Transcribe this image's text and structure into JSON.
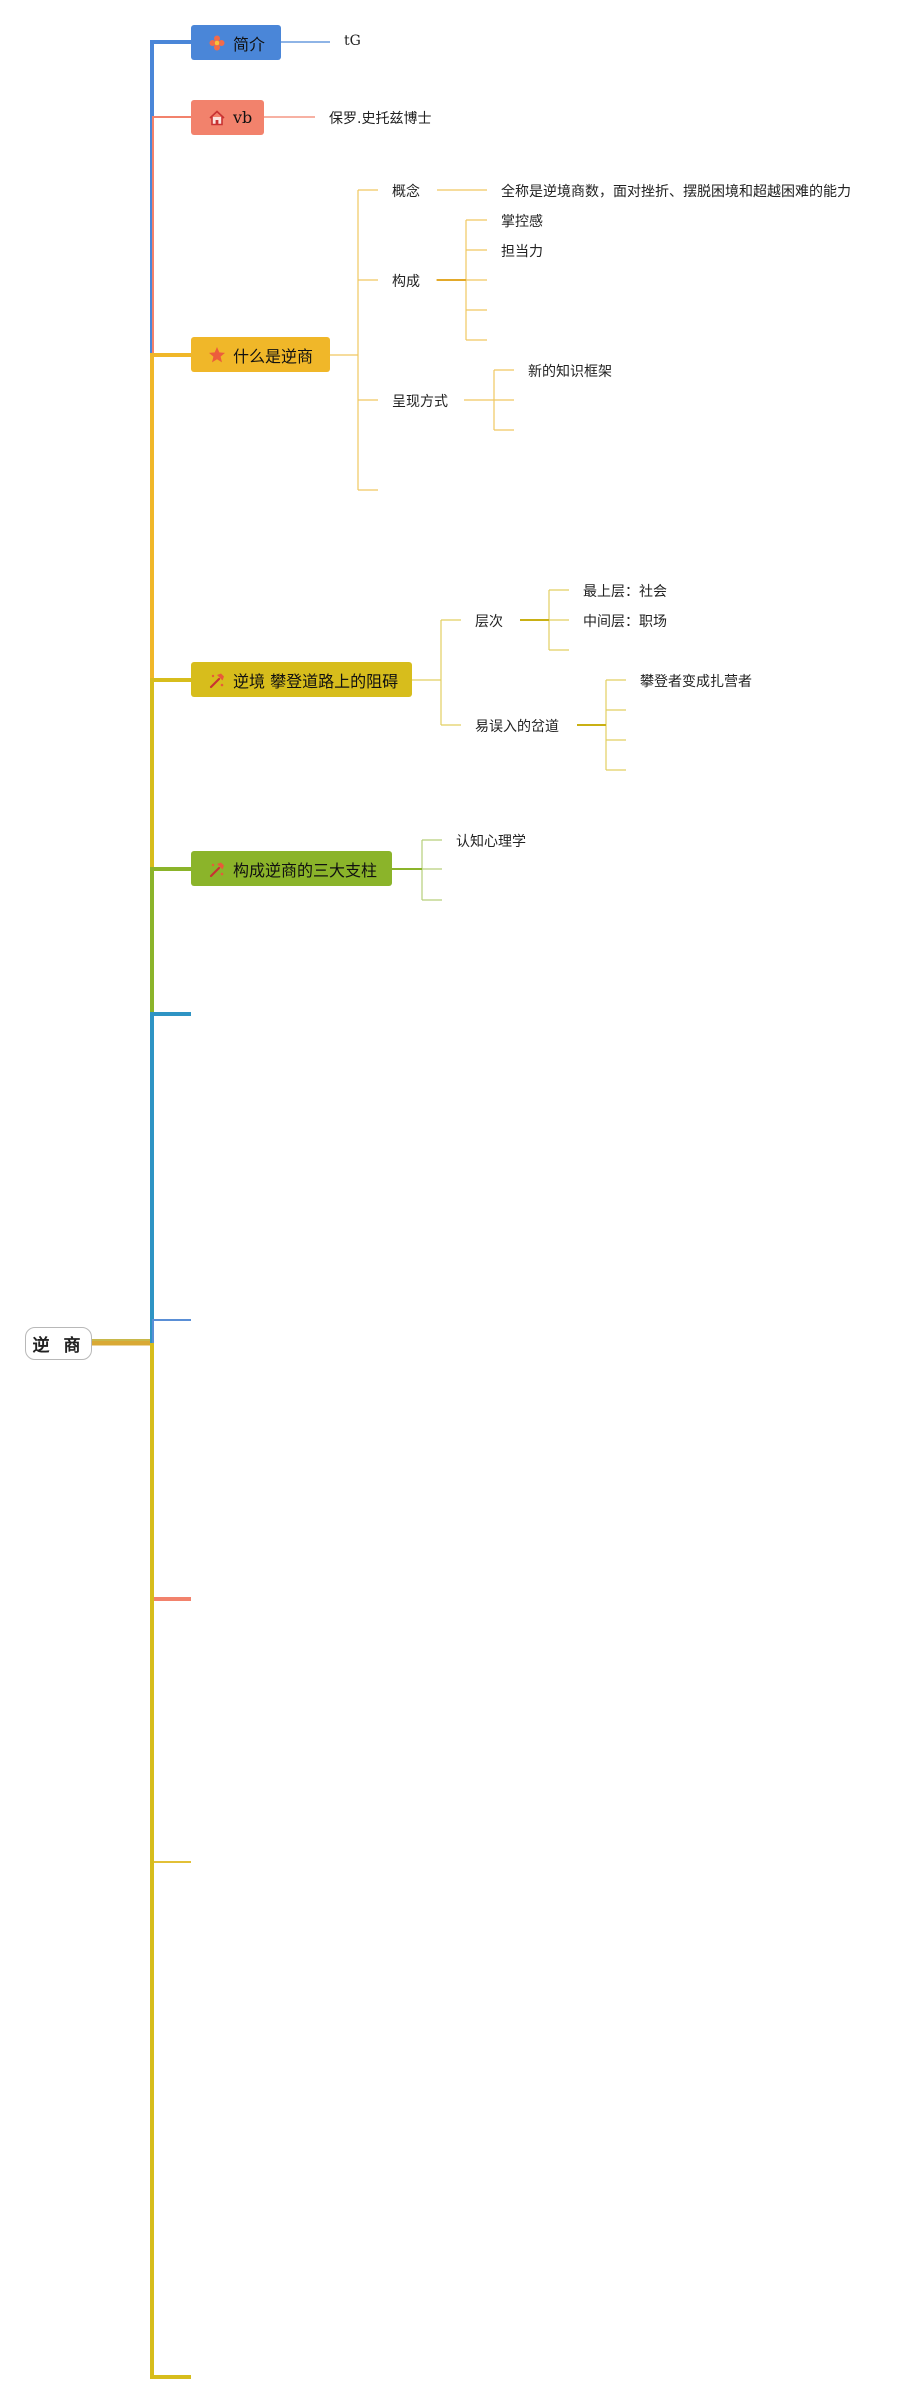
{
  "root": {
    "label": "逆 商"
  },
  "branches": [
    {
      "id": "b1",
      "label": "简介",
      "color": "#4a86d8",
      "icon": "flower-icon",
      "children": [
        {
          "label": "tG"
        }
      ]
    },
    {
      "id": "b2",
      "label": "vb",
      "color": "#f2826c",
      "icon": "house-icon",
      "children": [
        {
          "label": "保罗.史托兹博士"
        }
      ]
    },
    {
      "id": "b3",
      "label": "什么是逆商",
      "color": "#f0b729",
      "icon": "star-icon",
      "children": [
        {
          "label": "概念",
          "children": [
            {
              "label": "全称是逆境商数，面对挫折、摆脱困境和超越困难的能力"
            }
          ]
        },
        {
          "label": "构成",
          "children": [
            {
              "label": "掌控感"
            },
            {
              "label": "担当力"
            },
            {
              "label": ""
            },
            {
              "label": ""
            },
            {
              "label": ""
            }
          ]
        },
        {
          "label": "呈现方式",
          "children": [
            {
              "label": "新的知识框架"
            },
            {
              "label": ""
            },
            {
              "label": ""
            }
          ]
        },
        {
          "label": ""
        }
      ]
    },
    {
      "id": "b4",
      "label": "逆境 攀登道路上的阻碍",
      "color": "#d7bd1c",
      "icon": "hammer-icon",
      "children": [
        {
          "label": "层次",
          "children": [
            {
              "label": "最上层：社会"
            },
            {
              "label": "中间层：职场"
            }
          ]
        },
        {
          "label": "易误入的岔道",
          "children": [
            {
              "label": "攀登者变成扎营者"
            },
            {
              "label": ""
            },
            {
              "label": ""
            },
            {
              "label": ""
            }
          ]
        }
      ]
    },
    {
      "id": "b5",
      "label": "构成逆商的三大支柱",
      "color": "#8bb42a",
      "icon": "hammer-icon",
      "children": [
        {
          "label": "认知心理学"
        },
        {
          "label": ""
        },
        {
          "label": ""
        }
      ]
    },
    {
      "id": "b6",
      "label": "",
      "color": "#2e94c4"
    },
    {
      "id": "b7",
      "label": "",
      "color": "#5a8fd6"
    },
    {
      "id": "b8",
      "label": "",
      "color": "#f2826c"
    },
    {
      "id": "b9",
      "label": "",
      "color": "#e2c037"
    },
    {
      "id": "b10",
      "label": "",
      "color": "#d7bd1c"
    }
  ]
}
